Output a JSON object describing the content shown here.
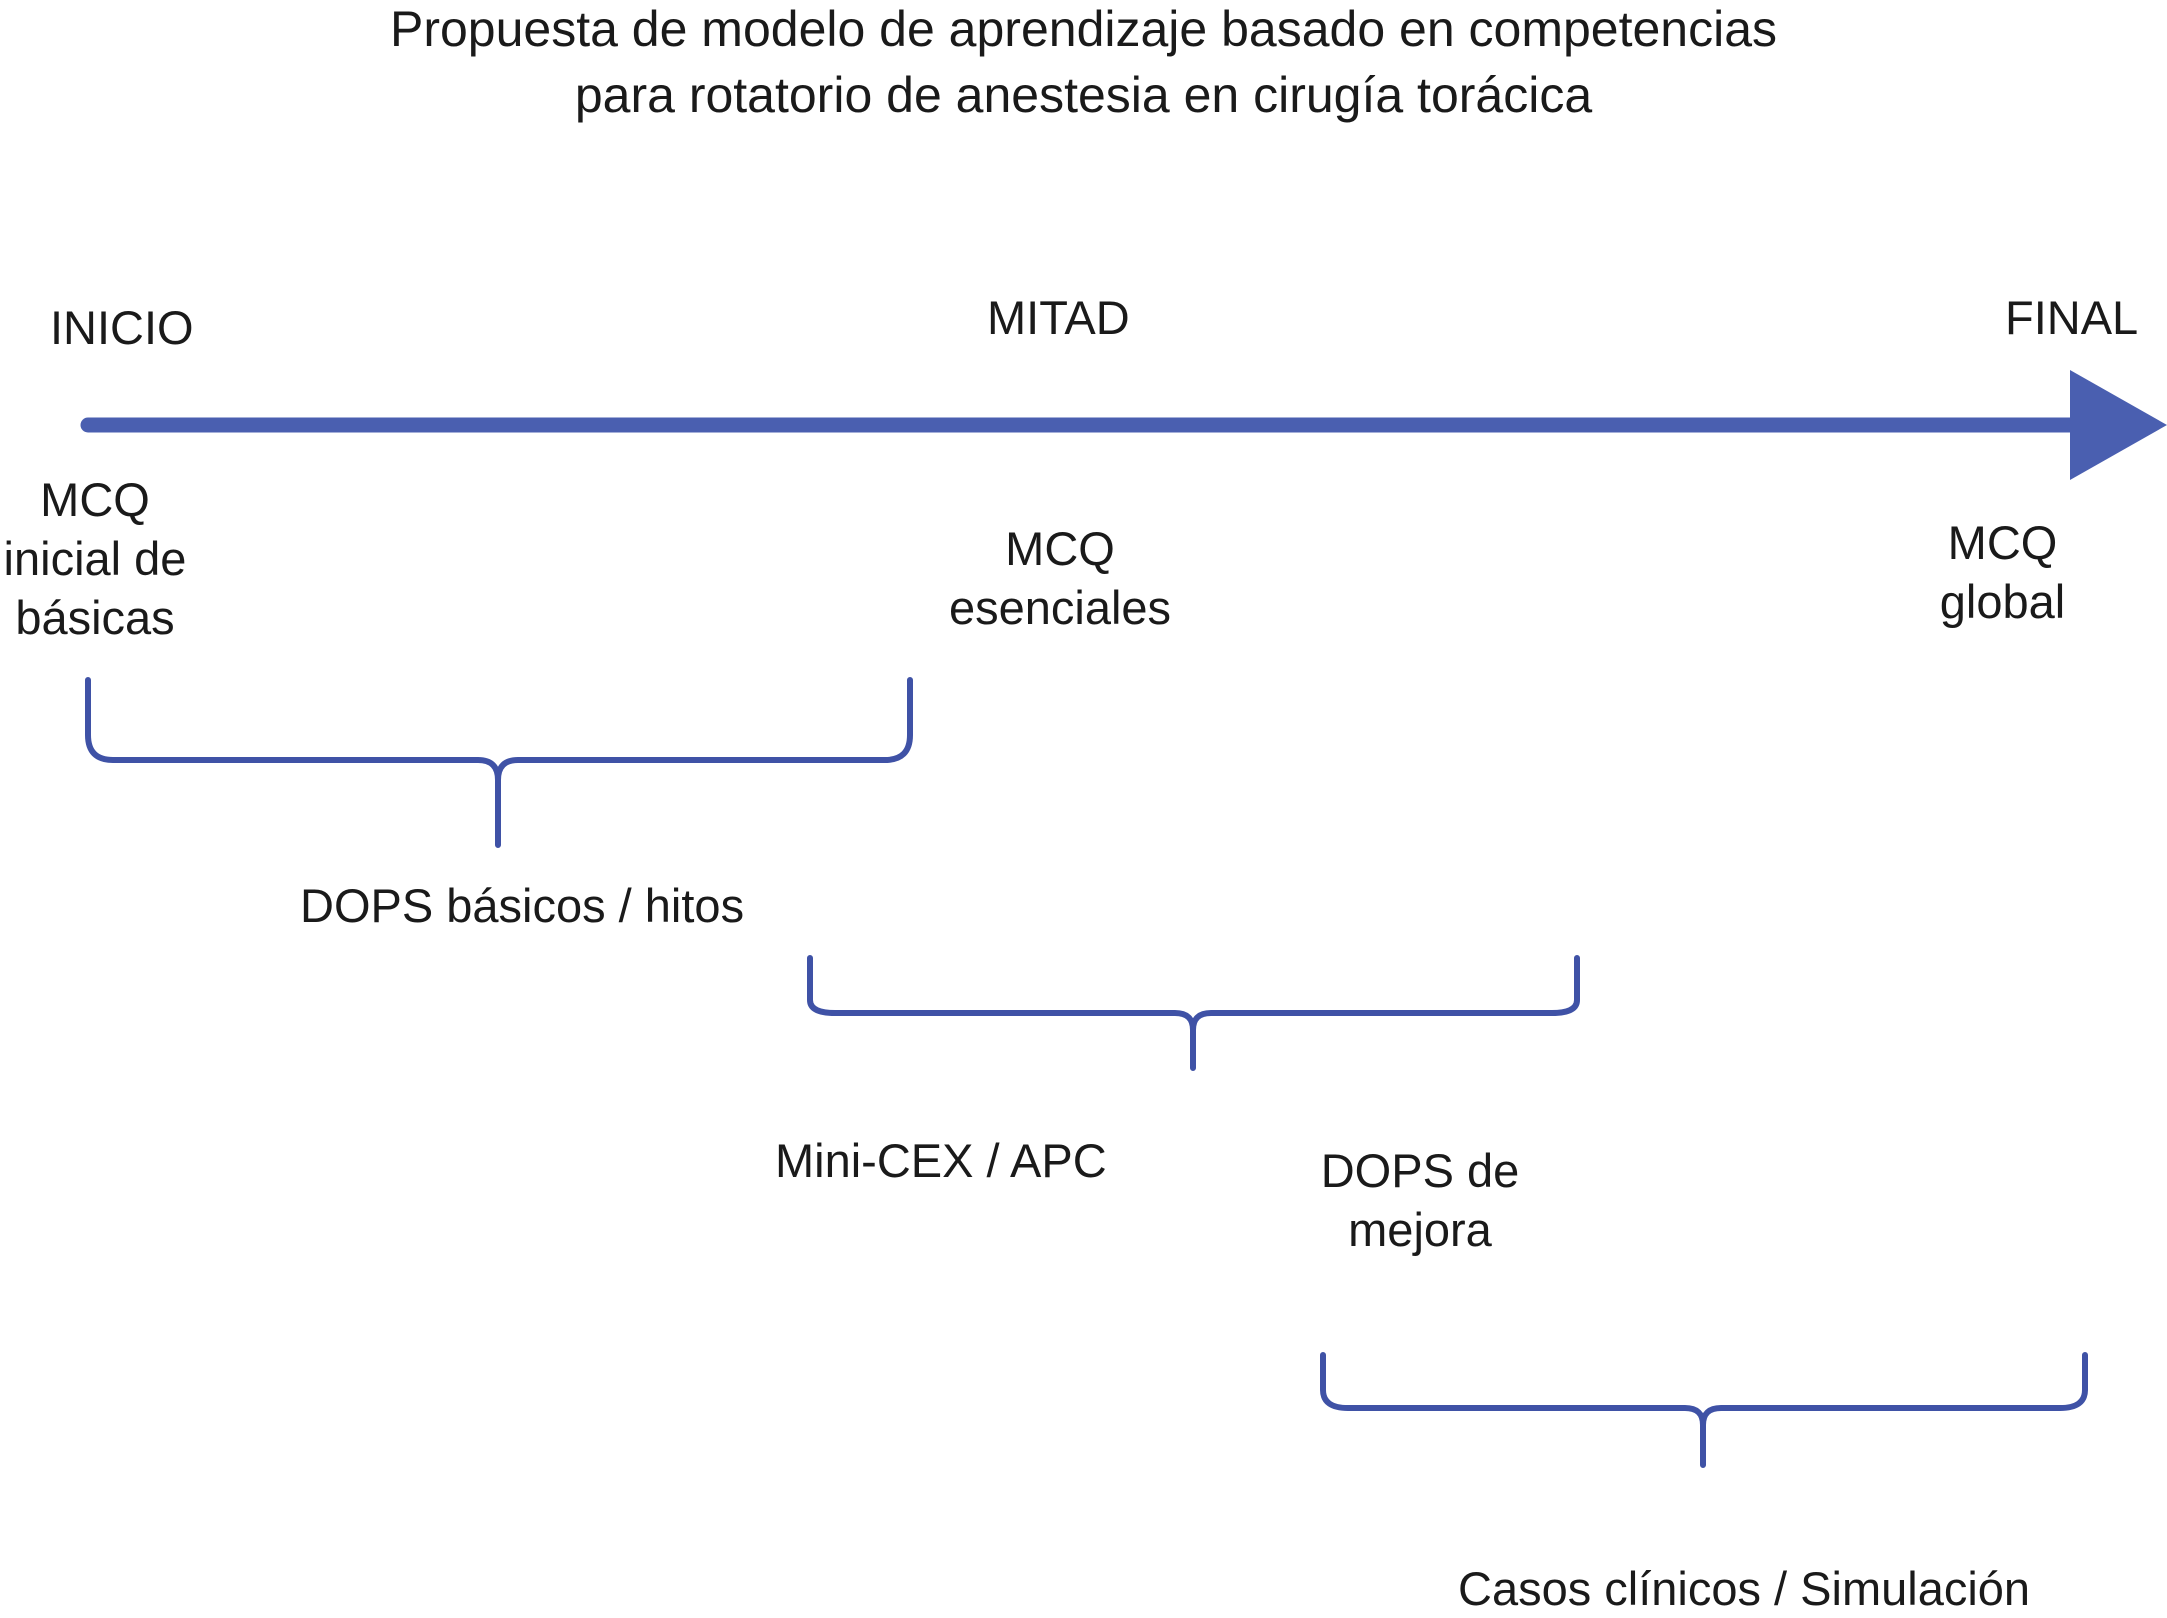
{
  "title": {
    "line1": "Propuesta de modelo de aprendizaje basado en competencias",
    "line2": "para rotatorio de anestesia en cirugía torácica"
  },
  "timeline": {
    "start": "INICIO",
    "middle": "MITAD",
    "end": "FINAL"
  },
  "assessments": {
    "start": [
      "MCQ",
      "inicial de",
      "básicas"
    ],
    "middle": [
      "MCQ",
      "esenciales"
    ],
    "end": [
      "MCQ",
      "global"
    ]
  },
  "phases": {
    "phase1": "DOPS básicos / hitos",
    "phase2": "Mini-CEX / APC",
    "phase2b": [
      "DOPS de",
      "mejora"
    ],
    "phase3": "Casos clínicos / Simulación"
  },
  "colors": {
    "arrow": "#4a5fb0",
    "brace": "#3f52a6"
  }
}
